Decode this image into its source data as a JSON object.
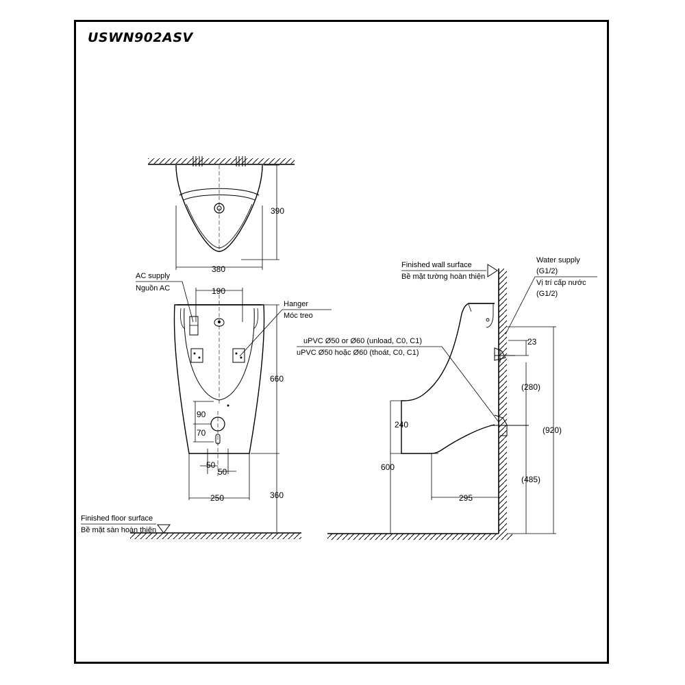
{
  "title": "USWN902ASV",
  "dimensions": {
    "top_depth": "390",
    "top_width": "380",
    "front_190": "190",
    "front_height_660": "660",
    "front_90": "90",
    "front_70": "70",
    "front_50_left": "50",
    "front_50_right": "50",
    "front_250": "250",
    "front_floor_360": "360",
    "side_23": "23",
    "side_280": "(280)",
    "side_920": "(920)",
    "side_485": "(485)",
    "side_240": "240",
    "side_600": "600",
    "side_295": "295"
  },
  "labels": {
    "ac_supply": "AC supply",
    "ac_supply_vi": "Nguồn AC",
    "hanger": "Hanger",
    "hanger_vi": "Móc treo",
    "drain": "uPVC Ø50 or Ø60 (unload, C0, C1)",
    "drain_vi": "uPVC Ø50 hoặc Ø60 (thoát, C0, C1)",
    "wall": "Finished wall surface",
    "wall_vi": "Bề mặt tường hoàn thiện",
    "water": "Water supply",
    "water_g": "(G1/2)",
    "water_vi": "Vị trí cấp nước",
    "water_vi_g": "(G1/2)",
    "floor": "Finished floor surface",
    "floor_vi": "Bề mặt sàn hoàn thiện"
  }
}
